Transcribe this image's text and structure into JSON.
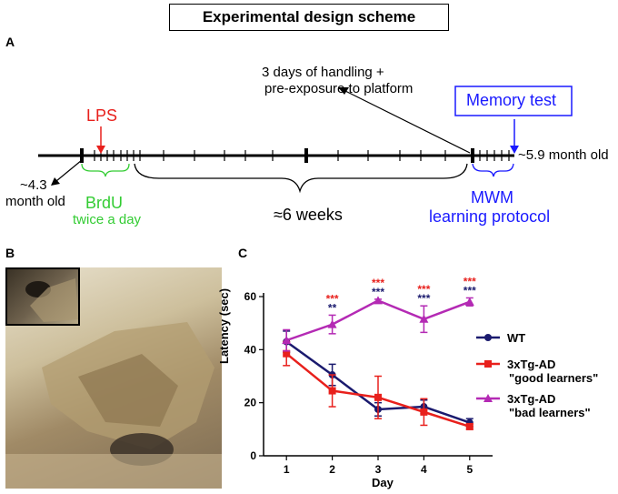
{
  "figure": {
    "title": "Experimental design scheme",
    "panel_a": {
      "label": "A",
      "handling_note_line1": "3 days of handling +",
      "handling_note_line2": "pre-exposure to platform",
      "memory_test": "Memory test",
      "lps": "LPS",
      "start_age_line1": "~4.3",
      "start_age_line2": "month old",
      "end_age": "~5.9 month old",
      "brdu": "BrdU",
      "brdu_schedule": "twice a day",
      "gap": "≈6 weeks",
      "mwm": "MWM",
      "mwm_protocol": "learning protocol"
    },
    "panel_b": {
      "label": "B",
      "photo": "mouse-in-cage-photo",
      "inset": "inset-photo"
    },
    "panel_c": {
      "label": "C"
    },
    "colors": {
      "wt": "#1a1a6e",
      "good": "#e8201c",
      "bad": "#b42ab4",
      "lps": "#e8201c",
      "brdu": "#33cc33",
      "blue": "#1a1aff"
    }
  },
  "chart_data": {
    "type": "line",
    "xlabel": "Day",
    "ylabel": "Latency (sec)",
    "x": [
      1,
      2,
      3,
      4,
      5
    ],
    "xticks": [
      "1",
      "2",
      "3",
      "4",
      "5"
    ],
    "yticks": [
      "0",
      "20",
      "40",
      "60"
    ],
    "ylim": [
      0,
      60
    ],
    "xlim": [
      0.5,
      5.5
    ],
    "legend_position": "right",
    "series": [
      {
        "name": "WT",
        "color": "#1a1a6e",
        "marker": "circle",
        "values": [
          43,
          30.5,
          17.5,
          18.5,
          12.5
        ],
        "err": [
          4,
          4,
          2.5,
          2.5,
          1.5
        ]
      },
      {
        "name": "3xTg-AD \"good learners\"",
        "legend_line1": "3xTg-AD",
        "legend_line2": "\"good learners\"",
        "color": "#e8201c",
        "marker": "square",
        "values": [
          38.5,
          24.5,
          22,
          16.5,
          11
        ],
        "err": [
          4.5,
          6,
          8,
          5,
          1
        ]
      },
      {
        "name": "3xTg-AD \"bad learners\"",
        "legend_line1": "3xTg-AD",
        "legend_line2": "\"bad learners\"",
        "color": "#b42ab4",
        "marker": "triangle",
        "values": [
          43.5,
          49.5,
          58.5,
          51.5,
          58
        ],
        "err": [
          4,
          3.5,
          0.5,
          5,
          1.5
        ]
      }
    ],
    "annotations": [
      {
        "day": 2,
        "red": "***",
        "blue": "**"
      },
      {
        "day": 3,
        "red": "***",
        "blue": "***"
      },
      {
        "day": 4,
        "red": "***",
        "blue": "***"
      },
      {
        "day": 5,
        "red": "***",
        "blue": "***"
      }
    ]
  }
}
